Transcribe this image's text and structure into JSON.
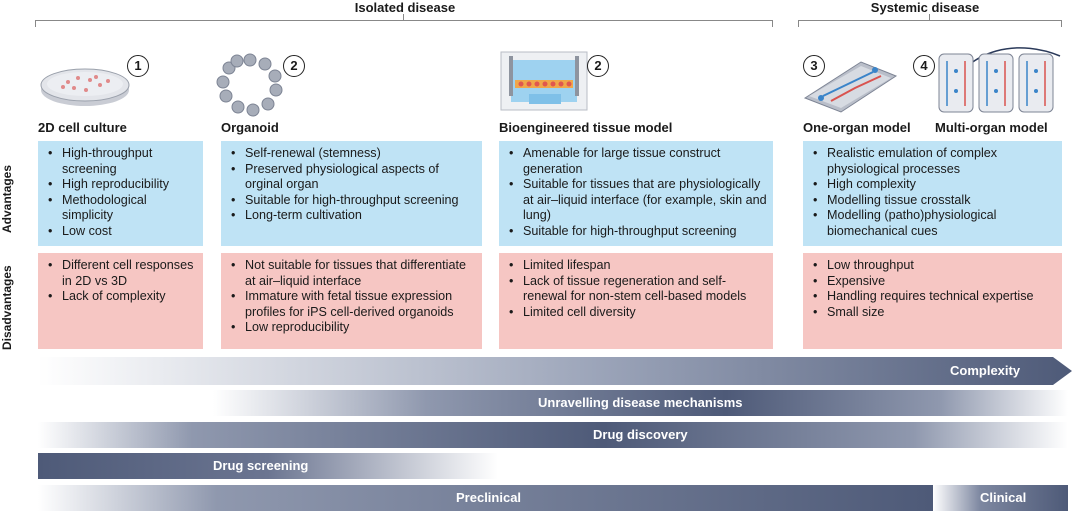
{
  "headers": {
    "isolated": "Isolated disease",
    "systemic": "Systemic disease"
  },
  "row_labels": {
    "advantages": "Advantages",
    "disadvantages": "Disadvantages"
  },
  "models": [
    {
      "number": "1",
      "title": "2D cell culture",
      "advantages": [
        "High-throughput screening",
        "High reproducibility",
        "Methodological simplicity",
        "Low cost"
      ],
      "disadvantages": [
        "Different cell responses in 2D vs 3D",
        "Lack of complexity"
      ]
    },
    {
      "number": "2",
      "title": "Organoid",
      "advantages": [
        "Self-renewal (stemness)",
        "Preserved physiological aspects of orginal organ",
        "Suitable for high-throughput screening",
        "Long-term cultivation"
      ],
      "disadvantages": [
        "Not suitable for tissues that differentiate at air–liquid interface",
        "Immature with fetal tissue expression profiles for iPS cell-derived organoids",
        "Low reproducibility"
      ]
    },
    {
      "number": "2",
      "title": "Bioengineered tissue model",
      "advantages": [
        "Amenable for large tissue construct generation",
        "Suitable for tissues that are physiologically at air–liquid interface (for example, skin and lung)",
        "Suitable for high-throughput screening"
      ],
      "disadvantages": [
        "Limited lifespan",
        "Lack of tissue regeneration and self-renewal for non-stem cell-based models",
        "Limited cell diversity"
      ]
    },
    {
      "number": "3",
      "title": "One-organ model"
    },
    {
      "number": "4",
      "title": "Multi-organ model"
    }
  ],
  "systemic": {
    "advantages": [
      "Realistic emulation of complex physiological processes",
      "High complexity",
      "Modelling tissue crosstalk",
      "Modelling (patho)physiological biomechanical cues"
    ],
    "disadvantages": [
      "Low throughput",
      "Expensive",
      "Handling requires technical expertise",
      "Small size"
    ]
  },
  "bars": {
    "complexity": "Complexity",
    "mechanisms": "Unravelling disease mechanisms",
    "discovery": "Drug discovery",
    "screening": "Drug screening",
    "preclinical": "Preclinical",
    "clinical": "Clinical"
  },
  "colors": {
    "advantage_box": "#bfe3f5",
    "disadvantage_box": "#f6c6c3",
    "bar_dark": "#4e5a78"
  }
}
